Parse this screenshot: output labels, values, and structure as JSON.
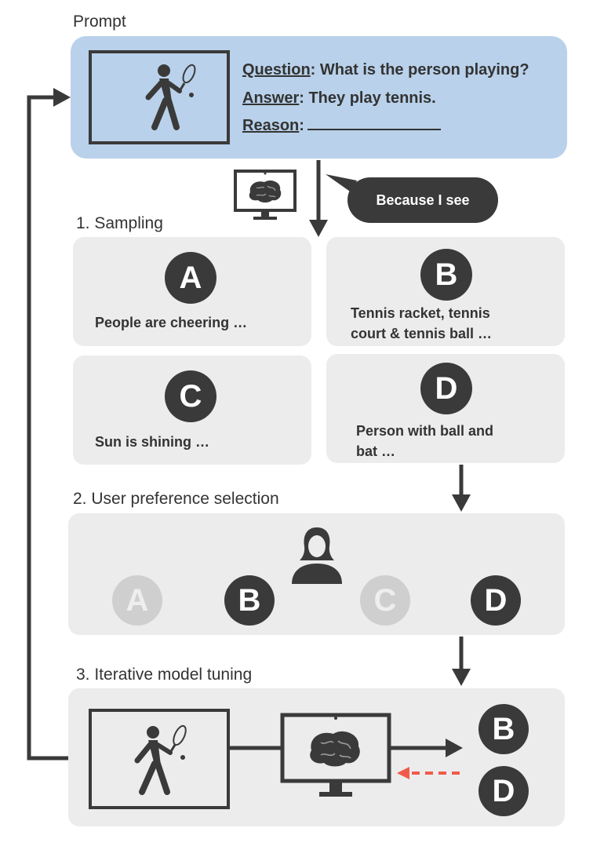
{
  "prompt": {
    "title": "Prompt",
    "question_key": "Question",
    "question_text": ": What is the person playing?",
    "answer_key": "Answer",
    "answer_text": ": They play tennis.",
    "reason_key": "Reason",
    "reason_text": ":"
  },
  "model_bubble": "Because I see",
  "sampling": {
    "title": "1. Sampling",
    "cards": [
      {
        "letter": "A",
        "lines": [
          "People are cheering …"
        ]
      },
      {
        "letter": "B",
        "lines": [
          "Tennis racket, tennis",
          "court & tennis ball …"
        ]
      },
      {
        "letter": "C",
        "lines": [
          "Sun is shining …"
        ]
      },
      {
        "letter": "D",
        "lines": [
          "Person with ball and",
          "bat …"
        ]
      }
    ]
  },
  "preference": {
    "title": "2. User preference selection",
    "options": [
      {
        "letter": "A",
        "selected": false
      },
      {
        "letter": "B",
        "selected": true
      },
      {
        "letter": "C",
        "selected": false
      },
      {
        "letter": "D",
        "selected": true
      }
    ]
  },
  "tuning": {
    "title": "3. Iterative model tuning",
    "outputs": [
      "B",
      "D"
    ]
  },
  "colors": {
    "prompt_bg": "#b9d1ea",
    "panel_bg": "#ececec",
    "dark": "#3a3a3a",
    "faded": "#cfcfcf",
    "feedback_arrow": "#f15a4a"
  },
  "icons": [
    "tennis-player-icon",
    "brain-monitor-icon",
    "user-icon"
  ]
}
